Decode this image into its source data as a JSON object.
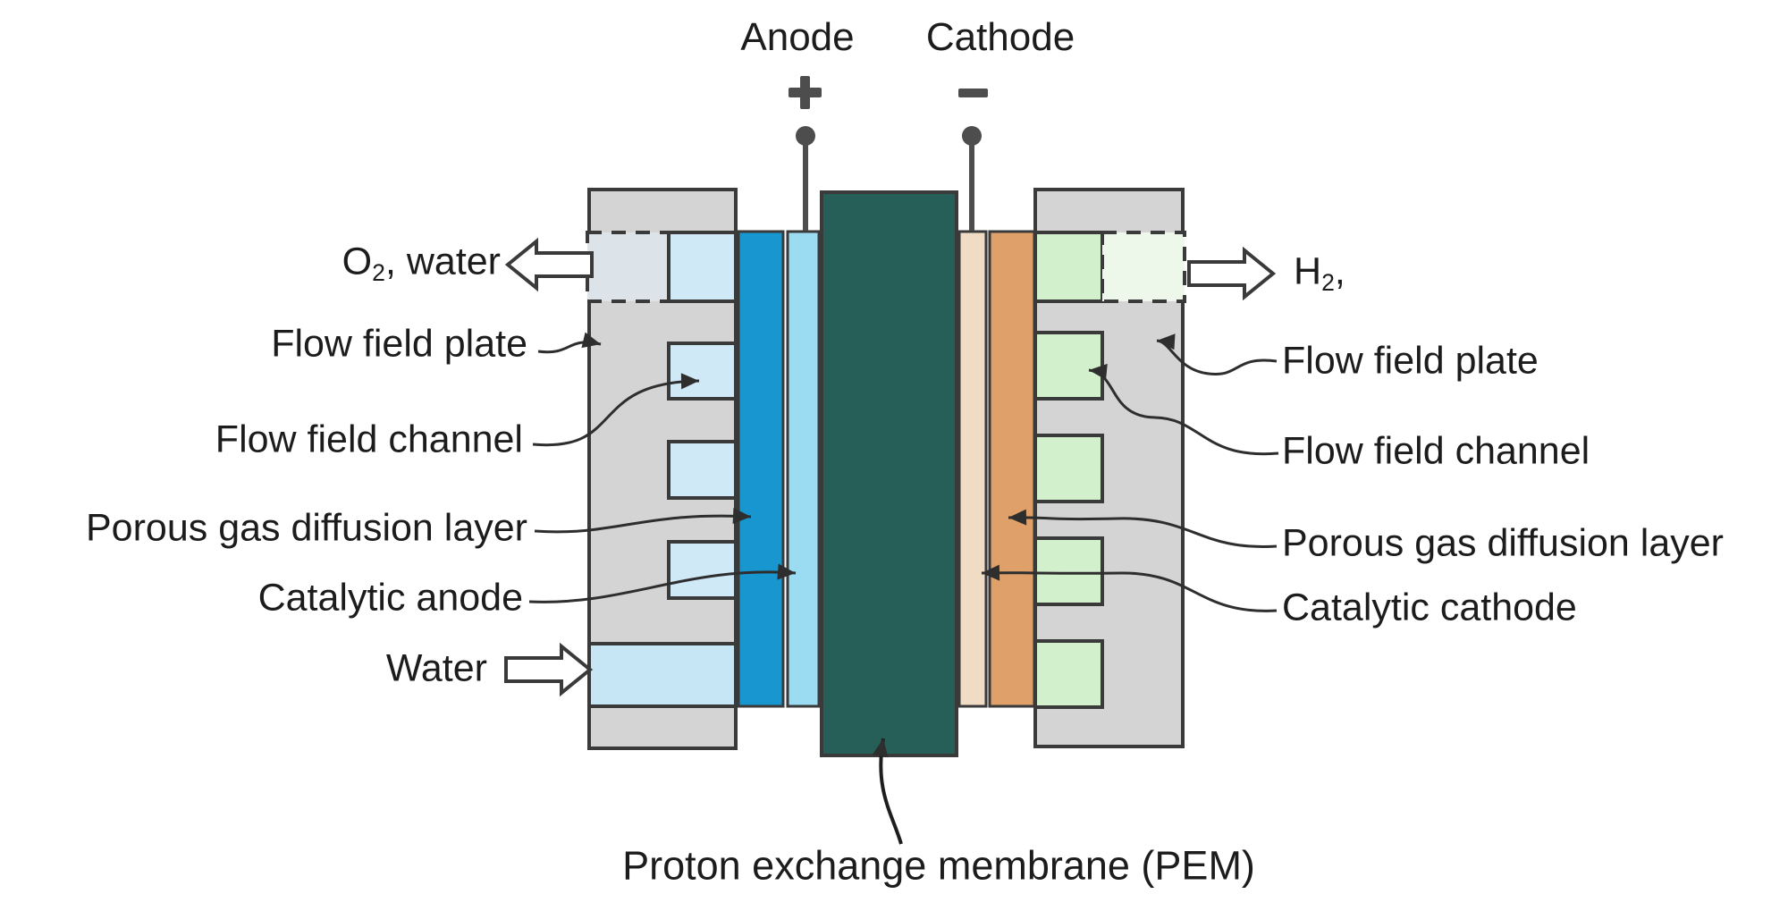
{
  "colors": {
    "plate": "#d4d4d4",
    "outline": "#3a3a3a",
    "channel_blue": "#cfe9f7",
    "water_channel": "#c6e5f5",
    "dashed_outlet_left": "#dde4e9",
    "gdl_anode_blue": "#1796d0",
    "catalytic_anode_blue": "#9bdcf2",
    "pem_teal": "#265f57",
    "catalytic_cathode_tan": "#f0dbc4",
    "gdl_cathode_orange": "#dfa069",
    "channel_green": "#d3f0cd",
    "dashed_outlet_right": "#edf8ea",
    "terminal": "#4d4d4d",
    "leader": "#2e2e2e"
  },
  "icons": {
    "anode_sign": "plus",
    "cathode_sign": "minus",
    "o2_outlet_arrow": "hollow-arrow-left",
    "water_inlet_arrow": "hollow-arrow-right",
    "h2_outlet_arrow": "hollow-arrow-right"
  },
  "terminals": {
    "anode_label": "Anode",
    "cathode_label": "Cathode"
  },
  "left_labels": {
    "o2_water": {
      "base": "O",
      "sub": "2",
      "rest": ", water"
    },
    "flow_field_plate": "Flow field plate",
    "flow_field_channel": "Flow field channel",
    "porous_gdl": "Porous gas diffusion layer",
    "catalytic_anode": "Catalytic anode",
    "water": "Water"
  },
  "right_labels": {
    "h2": {
      "base": "H",
      "sub": "2",
      "rest": ","
    },
    "flow_field_plate": "Flow field plate",
    "flow_field_channel": "Flow field channel",
    "porous_gdl": "Porous gas diffusion layer",
    "catalytic_cathode": "Catalytic cathode"
  },
  "bottom_labels": {
    "pem": "Proton exchange membrane (PEM)"
  }
}
